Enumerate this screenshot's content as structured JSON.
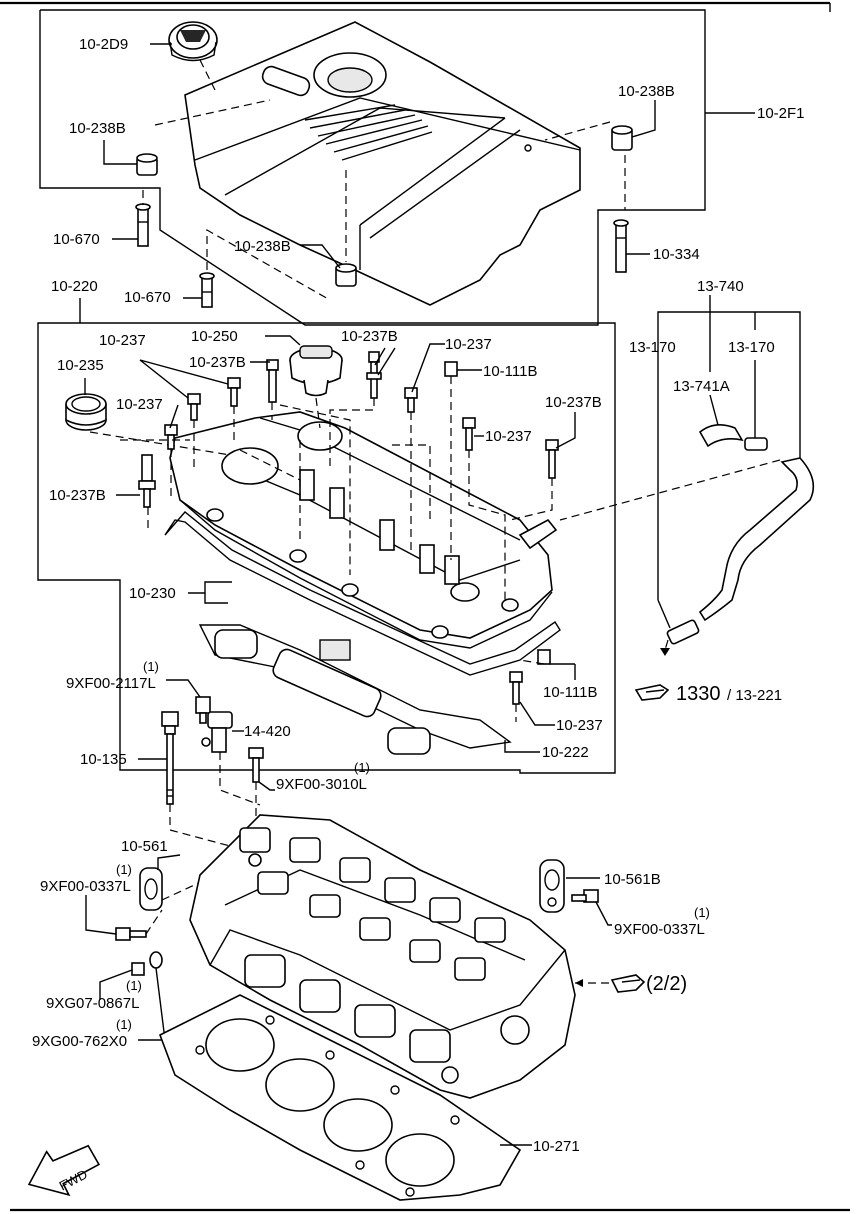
{
  "labels": {
    "l_2d9": "10-2D9",
    "l_238b_a": "10-238B",
    "l_238b_b": "10-238B",
    "l_238b_c": "10-238B",
    "l_2f1": "10-2F1",
    "l_670_a": "10-670",
    "l_670_b": "10-670",
    "l_334": "10-334",
    "l_220": "10-220",
    "l_237_a": "10-237",
    "l_250": "10-250",
    "l_237b_a": "10-237B",
    "l_237b_b": "10-237B",
    "l_237_b": "10-237",
    "l_111b_a": "10-111B",
    "l_235": "10-235",
    "l_237_c": "10-237",
    "l_237b_c": "10-237B",
    "l_237_d": "10-237",
    "l_237b_d": "10-237B",
    "l_230": "10-230",
    "l_111b_b": "10-111B",
    "l_237_e": "10-237",
    "l_222": "10-222",
    "l_740": "13-740",
    "l_170_a": "13-170",
    "l_170_b": "13-170",
    "l_741a": "13-741A",
    "l_ref_1330": "1330",
    "l_ref_13221": "/ 13-221",
    "l_9xf2117_q": "(1)",
    "l_9xf2117": "9XF00-2117L",
    "l_14420": "14-420",
    "l_135": "10-135",
    "l_9xf3010_q": "(1)",
    "l_9xf3010": "9XF00-3010L",
    "l_561": "10-561",
    "l_9xf0337a_q": "(1)",
    "l_9xf0337a": "9XF00-0337L",
    "l_561b": "10-561B",
    "l_9xf0337b_q": "(1)",
    "l_9xf0337b": "9XF00-0337L",
    "l_ref_22": "(2/2)",
    "l_9xg0867_q": "(1)",
    "l_9xg0867": "9XG07-0867L",
    "l_9xg762_q": "(1)",
    "l_9xg762": "9XG00-762X0",
    "l_271": "10-271",
    "l_fwd": "FWD"
  },
  "icons": {
    "pointer_hand_a": "pointing-hand-icon",
    "pointer_hand_b": "pointing-hand-icon",
    "forward_arrow": "fwd-arrow-icon"
  }
}
